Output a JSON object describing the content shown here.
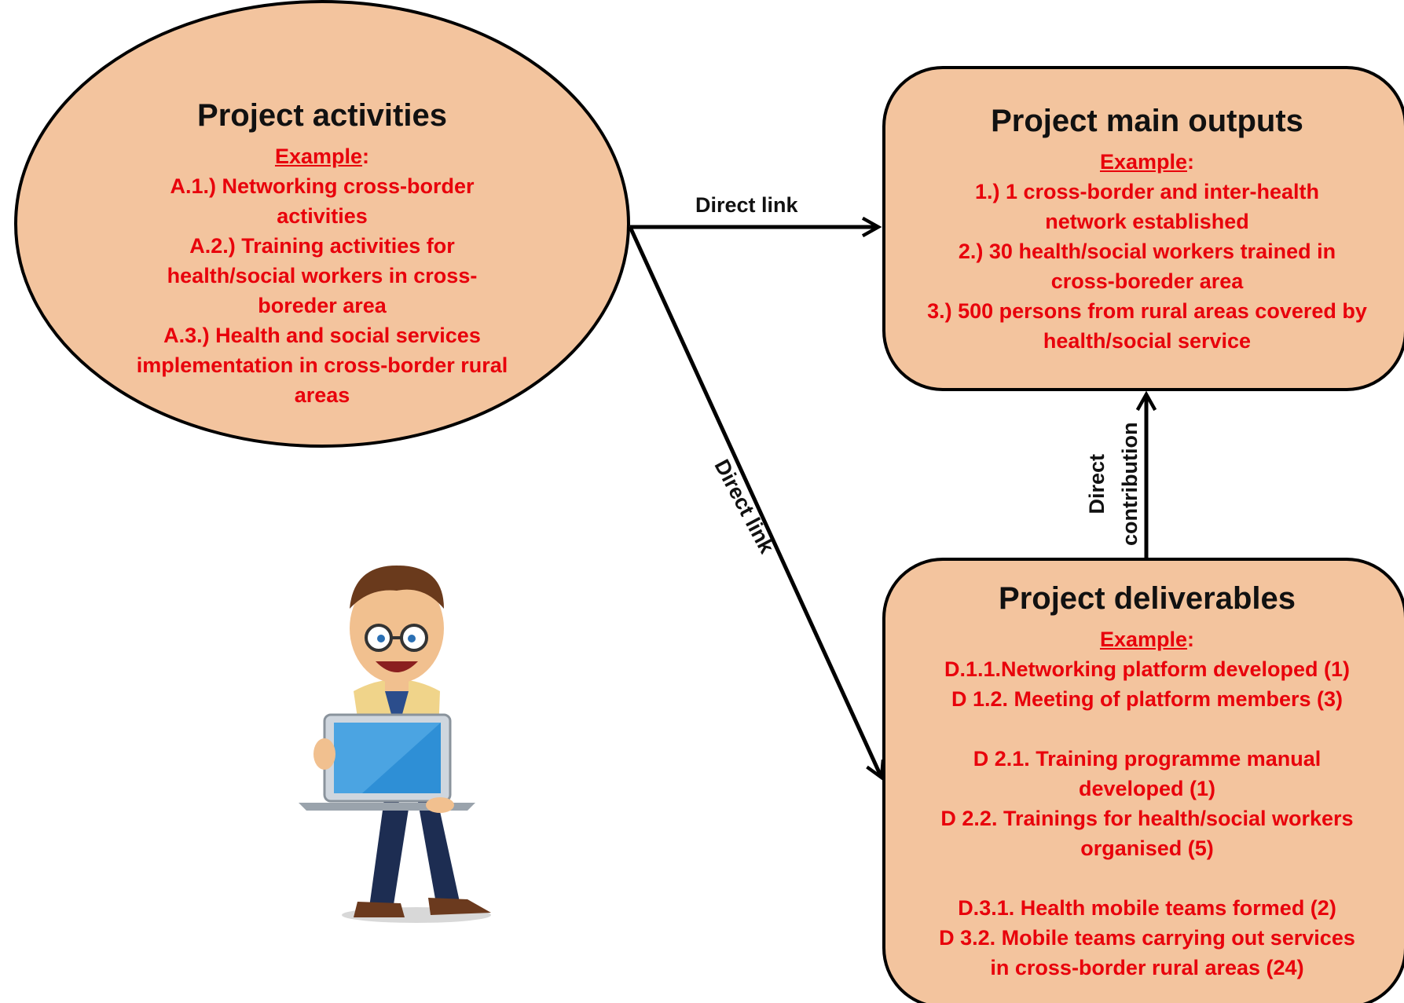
{
  "colors": {
    "fill": "#f3c49e",
    "stroke": "#000000",
    "accent_text": "#e8000b",
    "title_text": "#111111"
  },
  "activities": {
    "title": "Project activities",
    "example_label": "Example",
    "lines": [
      "A.1.) Networking cross-border",
      "activities",
      "A.2.) Training activities for",
      "health/social workers in cross-",
      "boreder area",
      "A.3.) Health and social services",
      "implementation in cross-border rural",
      "areas"
    ]
  },
  "outputs": {
    "title": "Project main outputs",
    "example_label": "Example",
    "lines": [
      "1.) 1 cross-border and inter-health",
      "network established",
      "2.) 30 health/social workers trained in",
      "cross-boreder area",
      "3.) 500 persons from rural areas covered by",
      "health/social service"
    ]
  },
  "deliverables": {
    "title": "Project deliverables",
    "example_label": "Example",
    "lines": [
      "D.1.1.Networking platform developed (1)",
      "D 1.2. Meeting of platform members (3)",
      "",
      "D 2.1. Training programme manual",
      "developed (1)",
      "D 2.2. Trainings for health/social workers",
      "organised (5)",
      "",
      "D.3.1. Health mobile teams formed (2)",
      "D 3.2.  Mobile teams carrying out services",
      "in cross-border rural areas (24)"
    ]
  },
  "links": {
    "top": "Direct link",
    "diagonal": "Direct link",
    "contribution": "Direct\ncontribution"
  },
  "illustration": {
    "icon": "man-holding-laptop-illustration"
  }
}
